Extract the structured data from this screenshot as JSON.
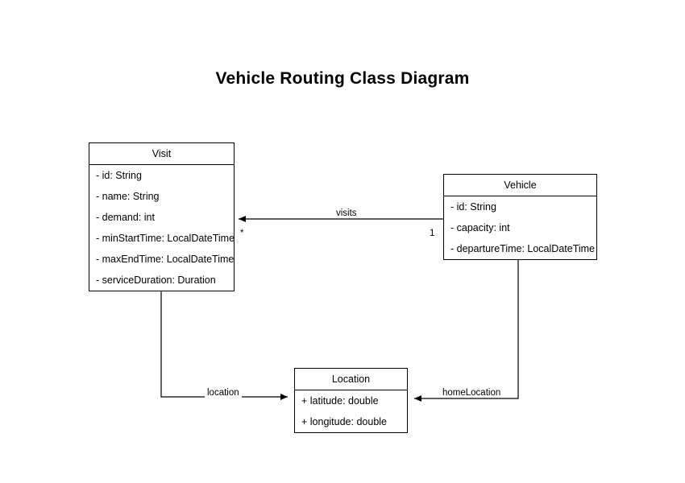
{
  "title": "Vehicle Routing Class Diagram",
  "diagram": {
    "kind": "uml-class-diagram",
    "classes": [
      {
        "id": "visit",
        "name": "Visit",
        "attributes": [
          "- id: String",
          "- name: String",
          "- demand: int",
          "- minStartTime: LocalDateTime",
          "- maxEndTime: LocalDateTime",
          "- serviceDuration: Duration"
        ]
      },
      {
        "id": "vehicle",
        "name": "Vehicle",
        "attributes": [
          "- id: String",
          "- capacity: int",
          "- departureTime: LocalDateTime"
        ]
      },
      {
        "id": "location",
        "name": "Location",
        "attributes": [
          "+ latitude: double",
          "+ longitude: double"
        ]
      }
    ],
    "associations": [
      {
        "id": "visits",
        "label": "visits",
        "from": "Vehicle",
        "to": "Visit",
        "source_multiplicity": "1",
        "target_multiplicity": "*"
      },
      {
        "id": "location",
        "label": "location",
        "from": "Visit",
        "to": "Location",
        "source_multiplicity": "",
        "target_multiplicity": ""
      },
      {
        "id": "homeLocation",
        "label": "homeLocation",
        "from": "Vehicle",
        "to": "Location",
        "source_multiplicity": "",
        "target_multiplicity": ""
      }
    ]
  },
  "colors": {
    "background": "#ffffff",
    "stroke": "#000000",
    "text": "#000000"
  }
}
